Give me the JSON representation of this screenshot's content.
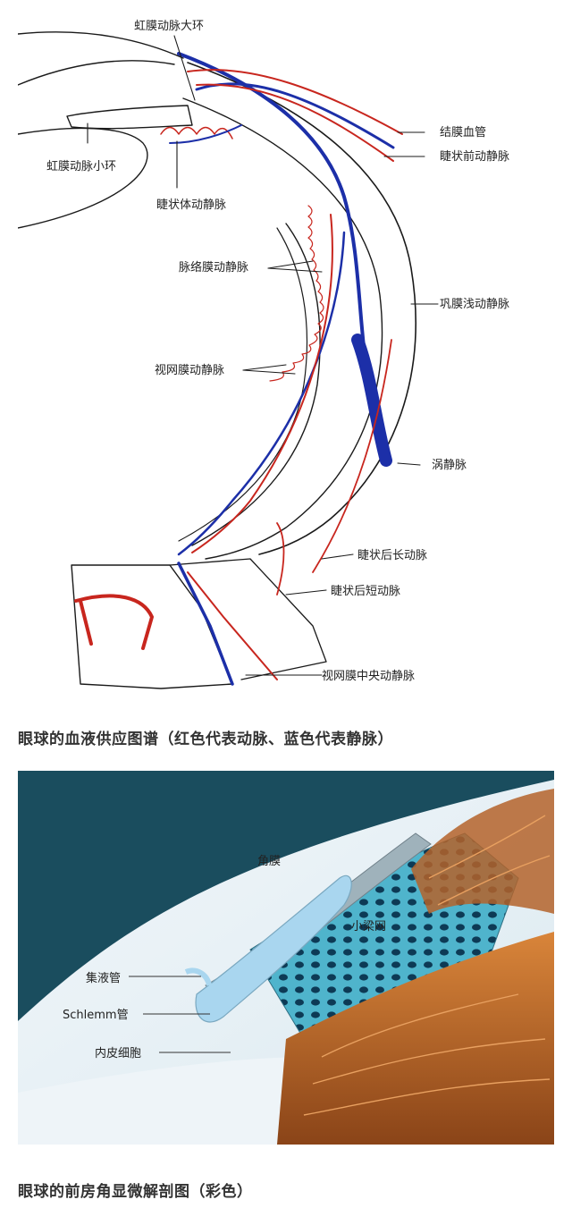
{
  "figure1": {
    "labels": {
      "iris_major_circle": "虹膜动脉大环",
      "iris_minor_circle": "虹膜动脉小环",
      "ciliary_body_vessels": "睫状体动静脉",
      "conjunctival_vessels": "结膜血管",
      "anterior_ciliary": "睫状前动静脉",
      "choroidal_vessels": "脉络膜动静脉",
      "episcleral_vessels": "巩膜浅动静脉",
      "retinal_vessels": "视网膜动静脉",
      "vortex_vein": "涡静脉",
      "long_posterior_ciliary": "睫状后长动脉",
      "short_posterior_ciliary": "睫状后短动脉",
      "central_retinal": "视网膜中央动静脉"
    },
    "caption": "眼球的血液供应图谱（红色代表动脉、蓝色代表静脉）",
    "colors": {
      "artery": "#c8261e",
      "vein": "#1c2fa8",
      "outline": "#1a1a1a"
    }
  },
  "figure2": {
    "labels": {
      "cornea": "角膜",
      "trabecular": "小梁网",
      "collector": "集液管",
      "schlemm": "Schlemm管",
      "endothelium": "内皮细胞"
    },
    "caption": "眼球的前房角显微解剖图（彩色）",
    "colors": {
      "background": "#1a4d5e",
      "cornea": "#e8f1f6",
      "canal": "#a9d6ef",
      "mesh": "#4fb4cc",
      "tissue": "#c26a2a"
    }
  }
}
